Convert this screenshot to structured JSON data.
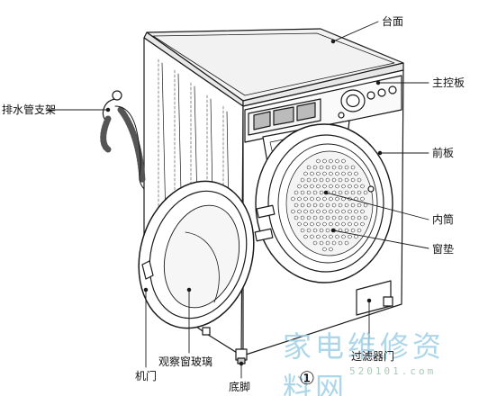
{
  "labels": {
    "countertop": "台面",
    "control_panel": "主控板",
    "front_panel": "前板",
    "drain_hose_bracket": "排水管支架",
    "inner_drum": "内筒",
    "window_gasket": "窗垫",
    "filter_door": "过滤器门",
    "viewing_glass": "观察窗玻璃",
    "door": "机门",
    "feet": "底脚"
  },
  "figure_number": "①",
  "watermark": {
    "text": "家电维修资料网",
    "url": "520101.com"
  },
  "colors": {
    "line": "#1a1a1a",
    "watermark_text": "#9fcfe6",
    "watermark_url": "#a9c9b8"
  }
}
